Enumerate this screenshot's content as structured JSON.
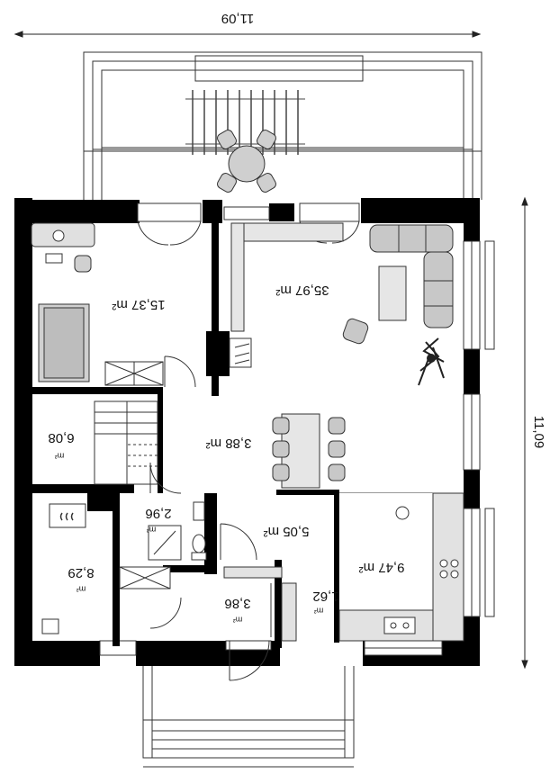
{
  "dimensions": {
    "width": "11,09",
    "height": "11,09"
  },
  "rooms": [
    {
      "id": "room-office",
      "area": "15,37 m²"
    },
    {
      "id": "room-living",
      "area": "35,97 m²"
    },
    {
      "id": "room-stairs",
      "area_num": "6,08",
      "unit": "m²"
    },
    {
      "id": "room-hall",
      "area": "3,88 m²"
    },
    {
      "id": "room-wc",
      "area_num": "2,96",
      "unit": "m²"
    },
    {
      "id": "room-corridor",
      "area": "5,05 m²"
    },
    {
      "id": "room-kitchen",
      "area": "9,47 m²"
    },
    {
      "id": "room-boiler",
      "area_num": "8,29",
      "unit": "m²"
    },
    {
      "id": "room-pantry",
      "area_num": "1,62",
      "unit": "m²"
    },
    {
      "id": "room-vestibule",
      "area_num": "3,86",
      "unit": "m²"
    }
  ],
  "colors": {
    "wall": "#000000",
    "furniture": "#c8c8c8",
    "kitchen": "#e2e2e2",
    "line": "#222222"
  }
}
